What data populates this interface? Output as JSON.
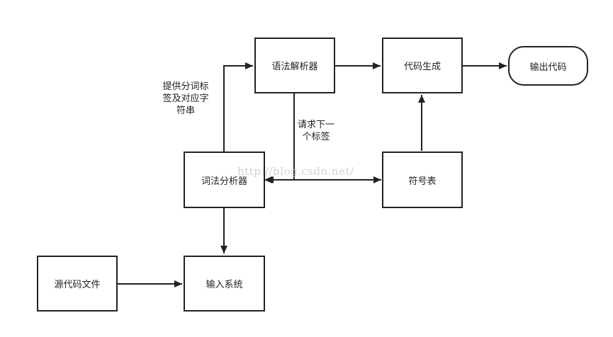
{
  "nodes": {
    "parser": "语法解析器",
    "codegen": "代码生成",
    "output": "输出代码",
    "lexer": "词法分析器",
    "symbol_table": "符号表",
    "source_file": "源代码文件",
    "input_system": "输入系统"
  },
  "edge_labels": {
    "lexer_to_parser": "提供分词标\n签及对应字\n符串",
    "parser_to_lexer": "请求下一\n个标签"
  },
  "watermark": "http://blog.csdn.net/"
}
